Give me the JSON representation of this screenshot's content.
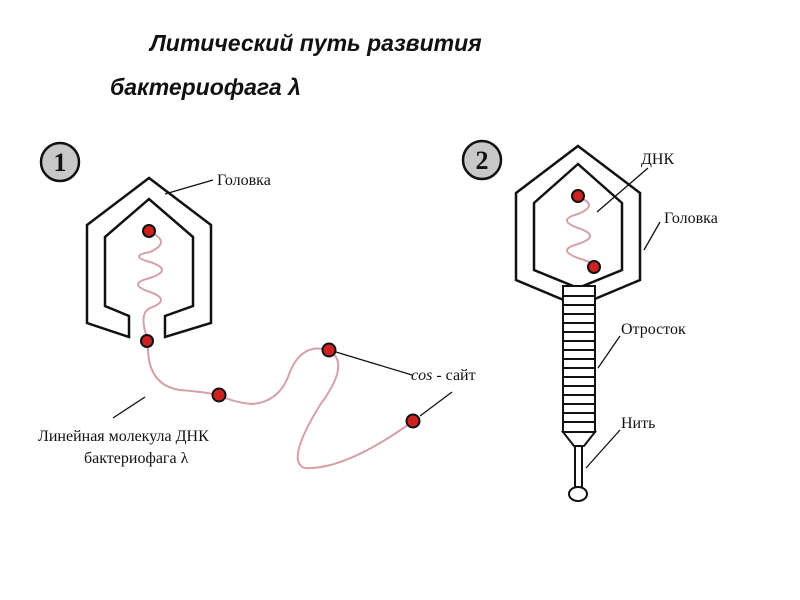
{
  "title": {
    "line1": "Литический путь развития",
    "line2": "бактериофага λ"
  },
  "panel1": {
    "number": "1",
    "head_label": "Головка",
    "dna_label_line1": "Линейная молекула ДНК",
    "dna_label_line2": "бактериофага  λ",
    "cos_italic": "cos",
    "cos_rest": " - сайт"
  },
  "panel2": {
    "number": "2",
    "dna_label": "ДНК",
    "head_label": "Головка",
    "tail_label": "Отросток",
    "fiber_label": "Нить"
  },
  "colors": {
    "outline": "#111111",
    "dna_strand": "#d4a2a6",
    "cos_site_fill": "#cc2222",
    "badge_fill": "#c8c8c8"
  }
}
